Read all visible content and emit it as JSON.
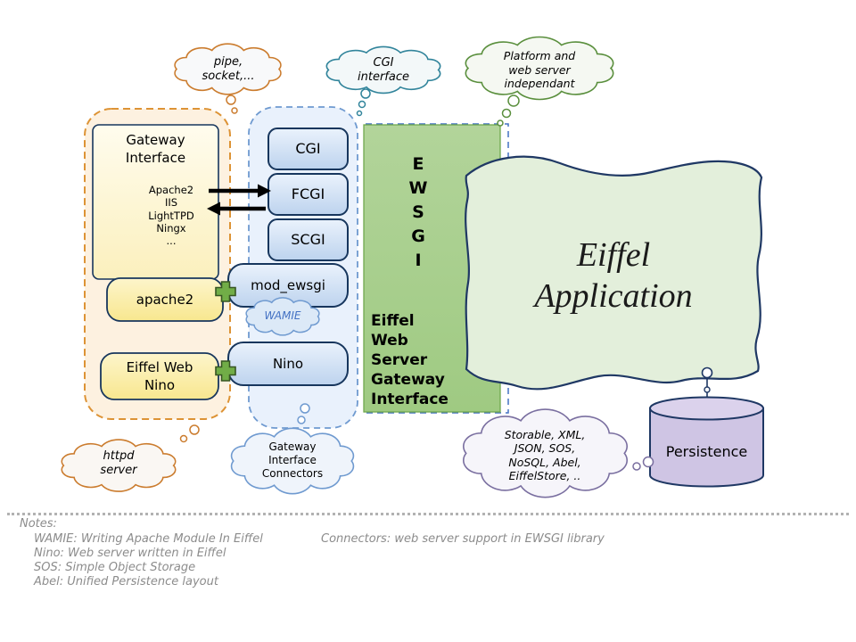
{
  "clouds": {
    "pipe_socket": "pipe,\nsocket,...",
    "cgi_interface": "CGI\ninterface",
    "platform": "Platform and\nweb server\nindependant",
    "httpd": "httpd\nserver",
    "gi_connectors": "Gateway\nInterface\nConnectors",
    "storable": "Storable, XML,\nJSON, SOS,\nNoSQL, Abel,\nEiffelStore, ..",
    "wamie": "WAMIE"
  },
  "gateway": {
    "title": "Gateway\nInterface",
    "servers": "Apache2\nIIS\nLightTPD\nNingx\n..."
  },
  "boxes": {
    "apache2": "apache2",
    "eiffel_web_nino": "Eiffel Web\nNino",
    "cgi": "CGI",
    "fcgi": "FCGI",
    "scgi": "SCGI",
    "mod_ewsgi": "mod_ewsgi",
    "nino": "Nino"
  },
  "ewsgi": {
    "acronym": "E\nW\nS\nG\nI",
    "label": "Eiffel\nWeb\nServer\nGateway\nInterface"
  },
  "application": {
    "label": "Eiffel\nApplication"
  },
  "persistence": {
    "label": "Persistence"
  },
  "notes": {
    "heading": "Notes:",
    "items": [
      "WAMIE: Writing Apache Module In Eiffel",
      "Nino: Web server written in Eiffel",
      "SOS: Simple Object Storage",
      "Abel: Unified Persistence layout"
    ],
    "connectors_note": "Connectors: web server support in EWSGI library"
  },
  "colors": {
    "navy_border": "#1f3864",
    "orange_border": "#dd9335",
    "blue_border": "#6f9ad0",
    "teal_border": "#31849b",
    "green_border": "#5a8f3d",
    "purple_border": "#7a6fa0",
    "green_fill": "#a9cf8d",
    "yellow_fill": "#fdf6d0",
    "blue_fill": "#cfdff4",
    "purple_fill": "#cfc5e4"
  }
}
